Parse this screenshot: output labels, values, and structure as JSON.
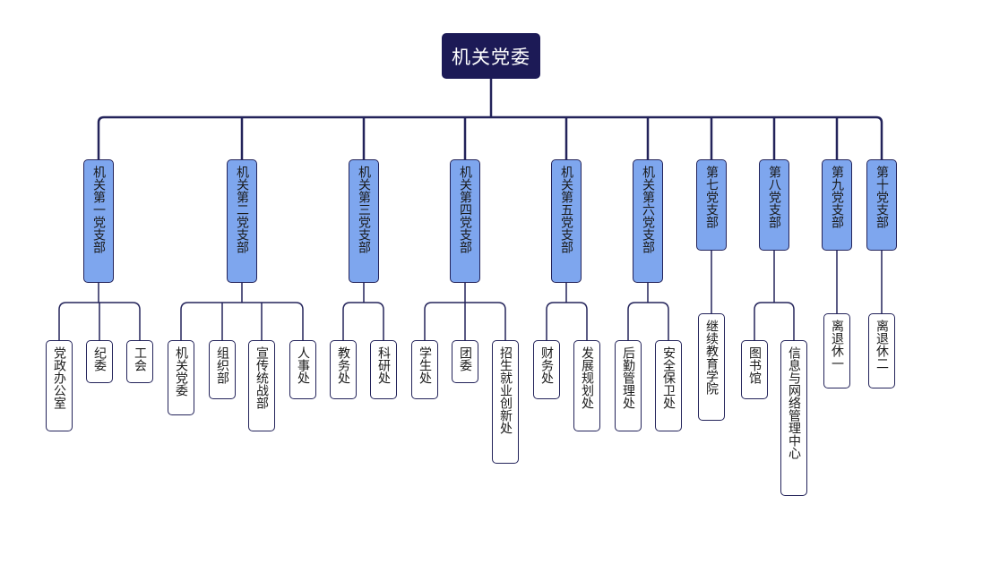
{
  "root": {
    "label": "机关党委"
  },
  "branches": [
    {
      "label": "机关第一党支部",
      "children": [
        "党政办公室",
        "纪委",
        "工会"
      ]
    },
    {
      "label": "机关第二党支部",
      "children": [
        "机关党委",
        "组织部",
        "宣传统战部",
        "人事处"
      ]
    },
    {
      "label": "机关第三党支部",
      "children": [
        "教务处",
        "科研处"
      ]
    },
    {
      "label": "机关第四党支部",
      "children": [
        "学生处",
        "团委",
        "招生就业创新处"
      ]
    },
    {
      "label": "机关第五党支部",
      "children": [
        "财务处",
        "发展规划处"
      ]
    },
    {
      "label": "机关第六党支部",
      "children": [
        "后勤管理处",
        "安全保卫处"
      ]
    },
    {
      "label": "第七党支部",
      "children": [
        "继续教育学院"
      ]
    },
    {
      "label": "第八党支部",
      "children": [
        "图书馆",
        "信息与网络管理中心"
      ]
    },
    {
      "label": "第九党支部",
      "children": [
        "离退休一"
      ]
    },
    {
      "label": "第十党支部",
      "children": [
        "离退休二"
      ]
    }
  ],
  "colors": {
    "root": "#1c1a56",
    "branch": "#7ea6ee",
    "line": "#23235a",
    "leaf": "#ffffff"
  }
}
